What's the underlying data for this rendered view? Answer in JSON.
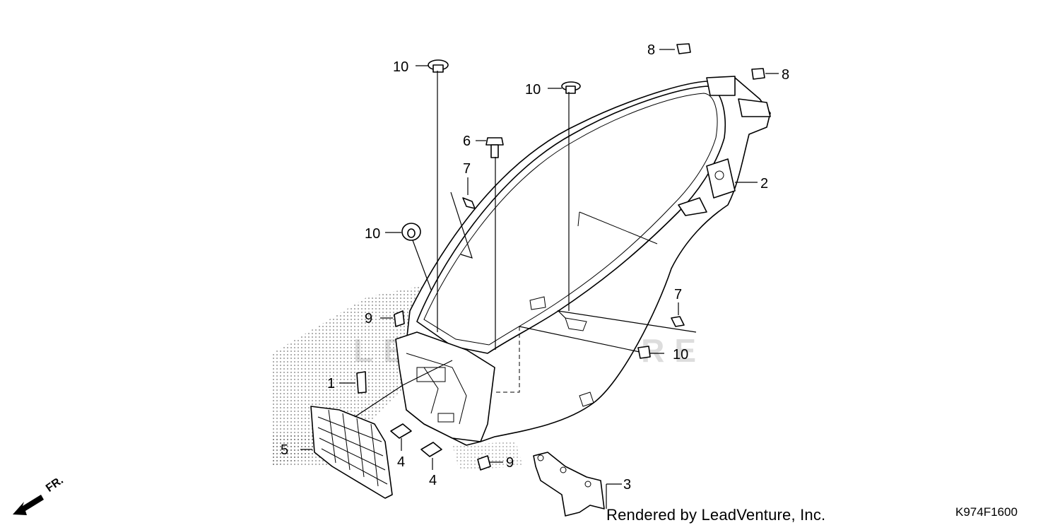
{
  "callouts": {
    "c1": "1",
    "c2": "2",
    "c3": "3",
    "c4a": "4",
    "c4b": "4",
    "c5": "5",
    "c6": "6",
    "c7a": "7",
    "c7b": "7",
    "c8a": "8",
    "c8b": "8",
    "c9a": "9",
    "c9b": "9",
    "c10a": "10",
    "c10b": "10",
    "c10c": "10",
    "c10d": "10"
  },
  "direction_label": "FR.",
  "credit": "Rendered by LeadVenture, Inc.",
  "figure_code": "K974F1600",
  "watermark_text": "LEADVENTURE"
}
